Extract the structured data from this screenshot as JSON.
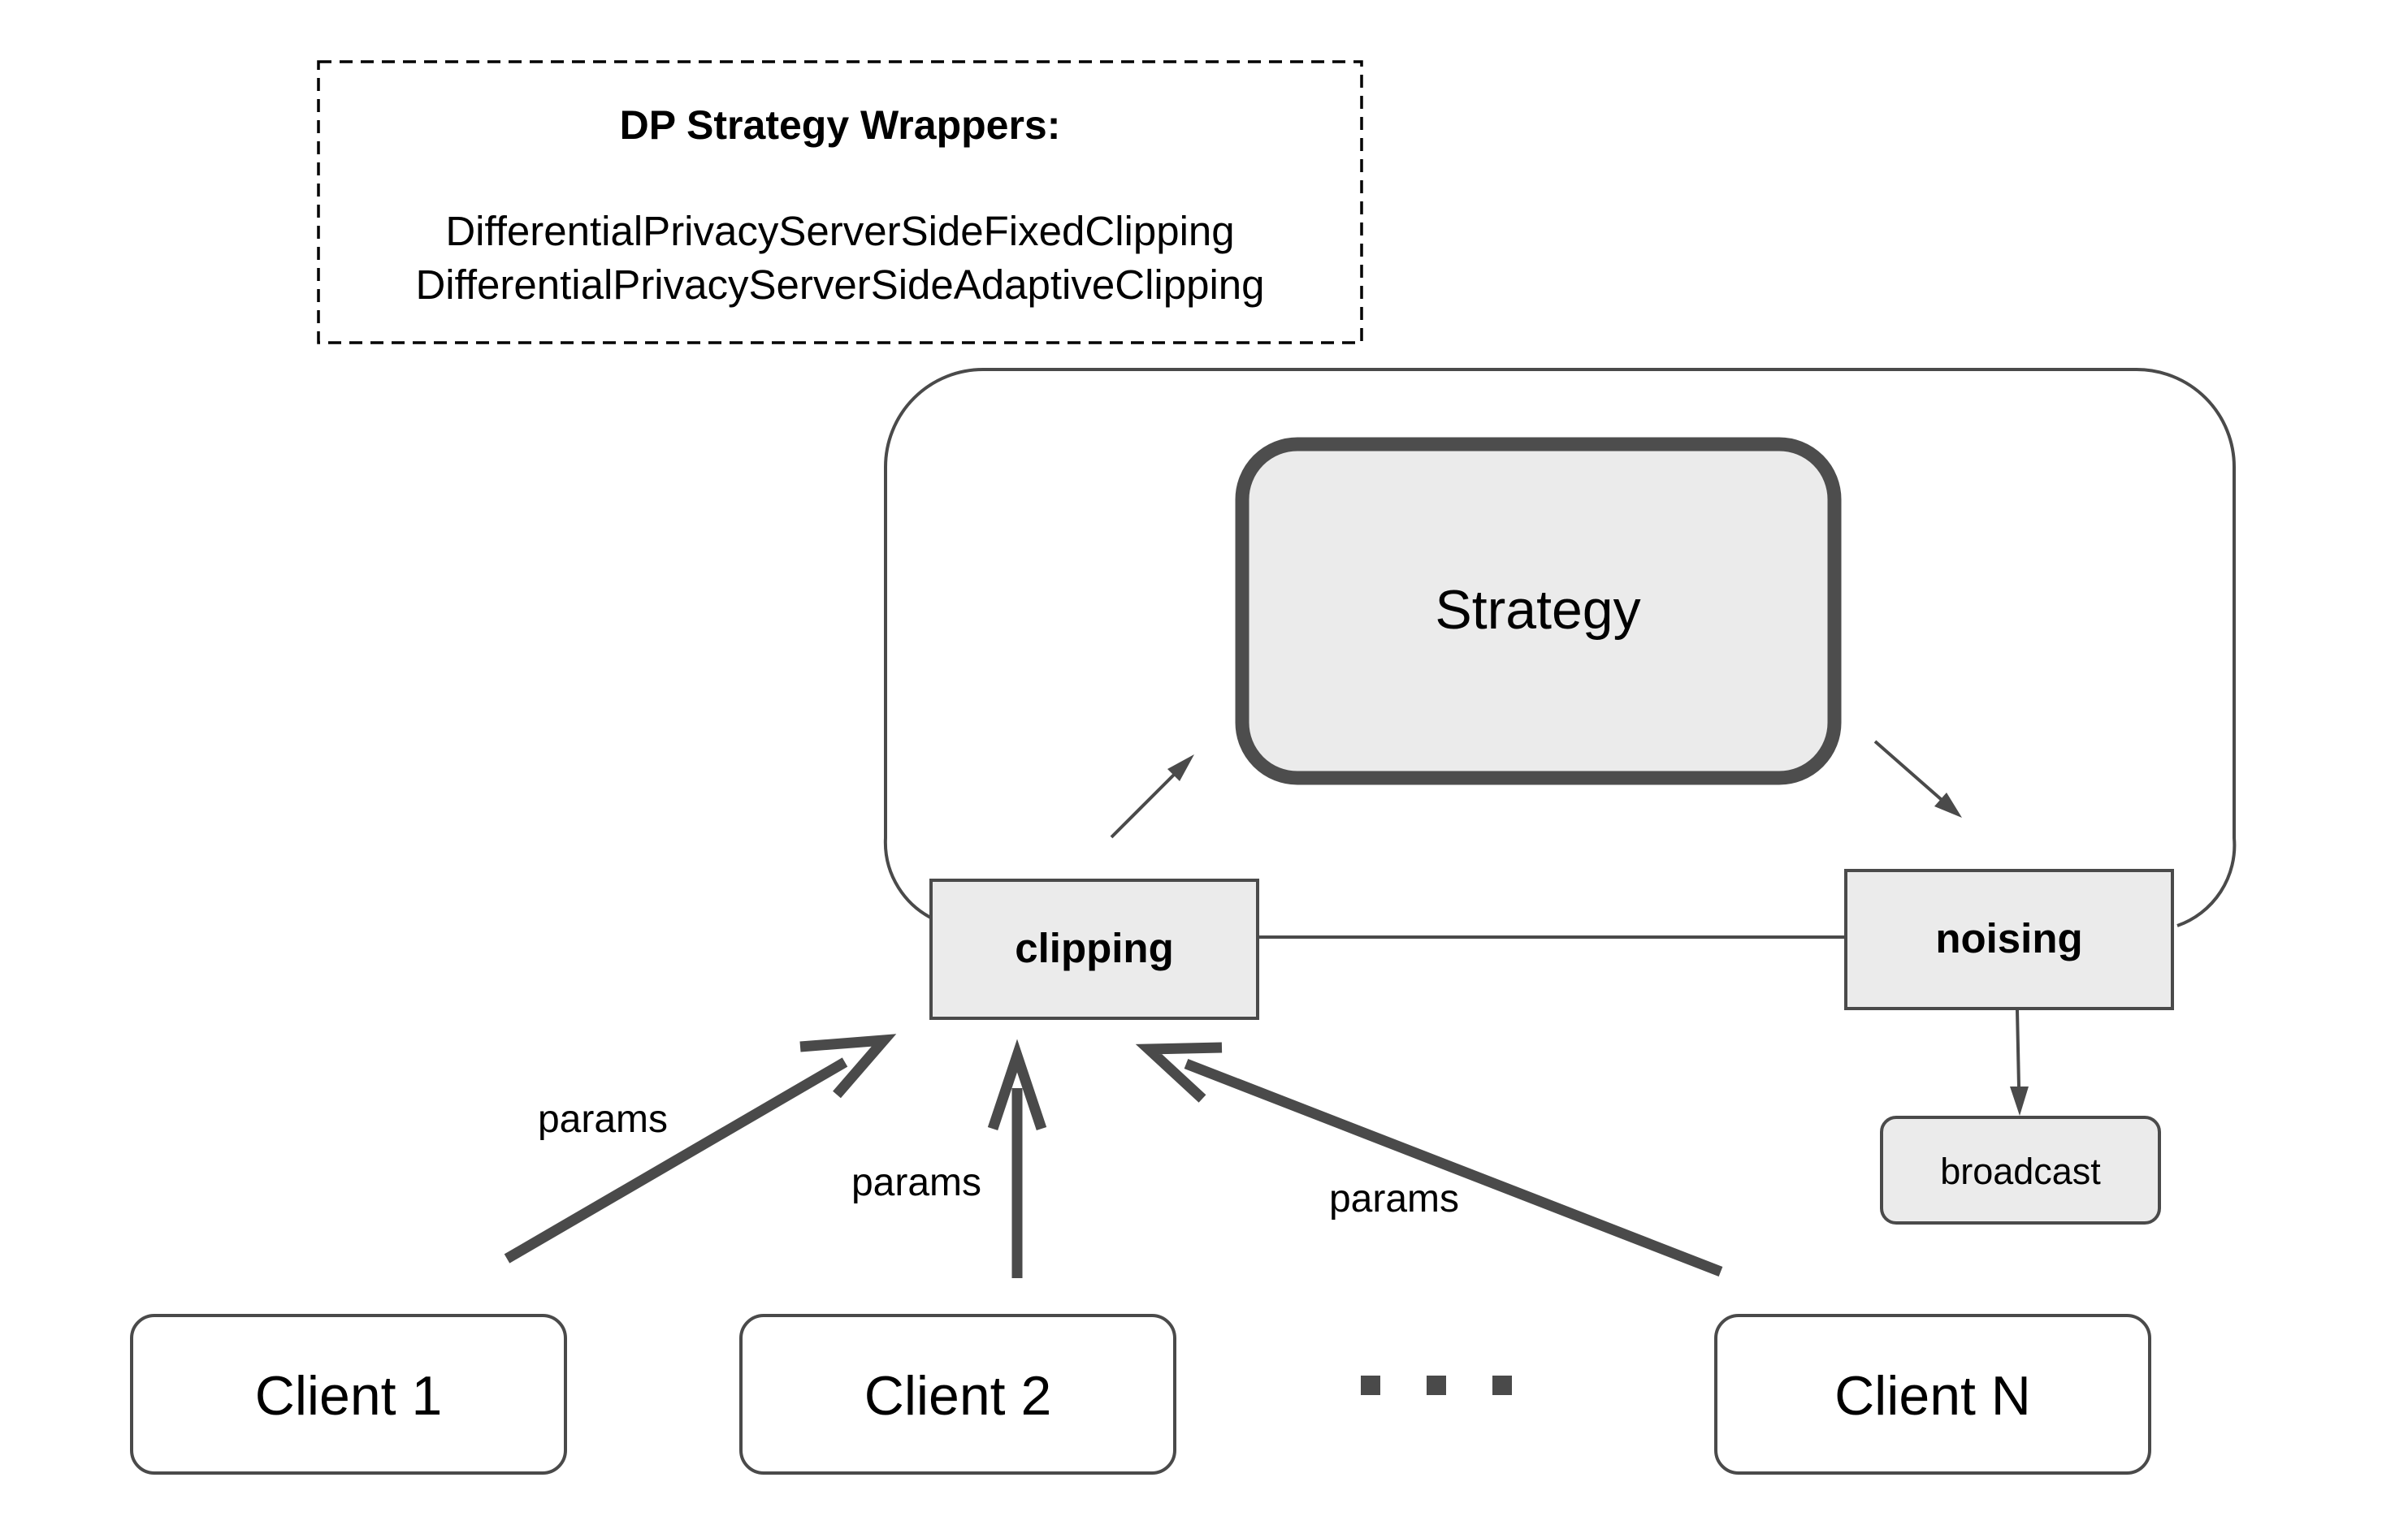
{
  "legend": {
    "title": "DP Strategy Wrappers:",
    "wrappers": [
      "DifferentialPrivacyServerSideFixedClipping",
      "DifferentialPrivacyServerSideAdaptiveClipping"
    ]
  },
  "server": {
    "strategy_label": "Strategy",
    "clipping_label": "clipping",
    "noising_label": "noising",
    "broadcast_label": "broadcast"
  },
  "edges": {
    "params_label": "params"
  },
  "clients": [
    {
      "label": "Client 1"
    },
    {
      "label": "Client 2"
    },
    {
      "label": "Client N"
    }
  ],
  "colors": {
    "stroke": "#4a4a4a",
    "box_fill": "#ebebeb",
    "strategy_border": "#4d4d4d",
    "background": "#ffffff"
  }
}
